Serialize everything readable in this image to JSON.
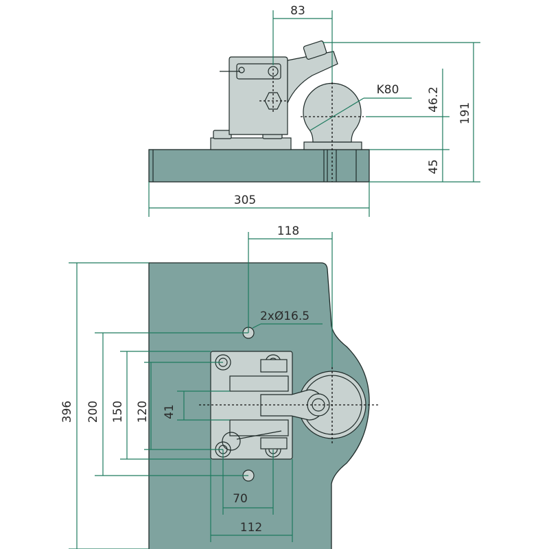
{
  "drawing": {
    "side_view": {
      "dim_offset": "83",
      "dim_ball": "K80",
      "dim_ball_height": "46.2",
      "dim_total_height": "191",
      "dim_plate_height": "45",
      "dim_width": "305"
    },
    "top_view": {
      "dim_offset": "118",
      "dim_holes": "2xØ16.5",
      "dim_length": "396",
      "dim_hole_spacing": "200",
      "dim_mount_height": "150",
      "dim_bolt_spacing_v": "120",
      "dim_slot": "41",
      "dim_bolt_spacing_h": "70",
      "dim_mount_width": "112"
    },
    "colors": {
      "plate": "#7fa39f",
      "part": "#c8d2d0",
      "dimension": "#1d7a5e"
    }
  }
}
